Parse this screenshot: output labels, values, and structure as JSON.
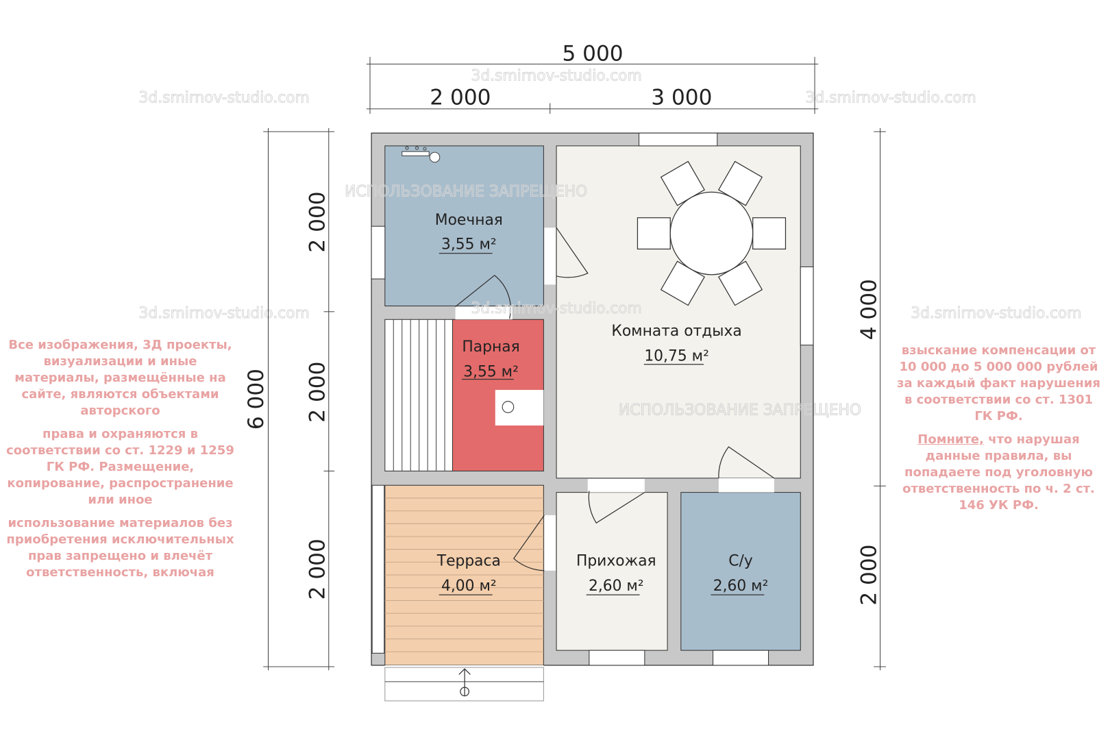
{
  "dimensions": {
    "top_total": "5 000",
    "top_left": "2 000",
    "top_right": "3 000",
    "left_total": "6 000",
    "left_top": "2 000",
    "left_middle": "2 000",
    "left_bottom": "2 000",
    "right_top": "4 000",
    "right_bottom": "2 000"
  },
  "rooms": {
    "washroom": {
      "name": "Моечная",
      "area": "3,55 м²",
      "color": "#a8bdcc"
    },
    "steam_room": {
      "name": "Парная",
      "area": "3,55 м²",
      "color": "#e46b6b"
    },
    "lounge": {
      "name": "Комната отдыха",
      "area": "10,75 м²",
      "color": "#f4f2ec"
    },
    "terrace": {
      "name": "Терраса",
      "area": "4,00 м²",
      "color": "#f4cfad"
    },
    "hallway": {
      "name": "Прихожая",
      "area": "2,60 м²",
      "color": "#f4f2ec"
    },
    "bathroom": {
      "name": "С/у",
      "area": "2,60 м²",
      "color": "#a8bdcc"
    }
  },
  "wall_color": "#c8c8c8",
  "watermarks": {
    "site": "3d.smirnov-studio.com",
    "ban": "ИСПОЛЬЗОВАНИЕ ЗАПРЕЩЕНО",
    "legal": [
      "Все изображения, 3Д проекты, визуализации и иные материалы, размещённые на сайте, являются объектами авторского",
      "права и охраняются в соответствии со ст. 1229 и 1259 ГК РФ. Размещение, копирование, распространение или иное",
      "использование материалов без приобретения исключительных прав запрещено и влечёт ответственность, включая",
      "взыскание компенсации от 10 000 до 5 000 000 рублей за каждый факт нарушения в соответствии со ст. 1301 ГК РФ.",
      "что нарушая данные правила, вы попадаете под уголовную ответственность по ч. 2 ст. 146 УК РФ."
    ],
    "legal_link": "Помните,"
  }
}
